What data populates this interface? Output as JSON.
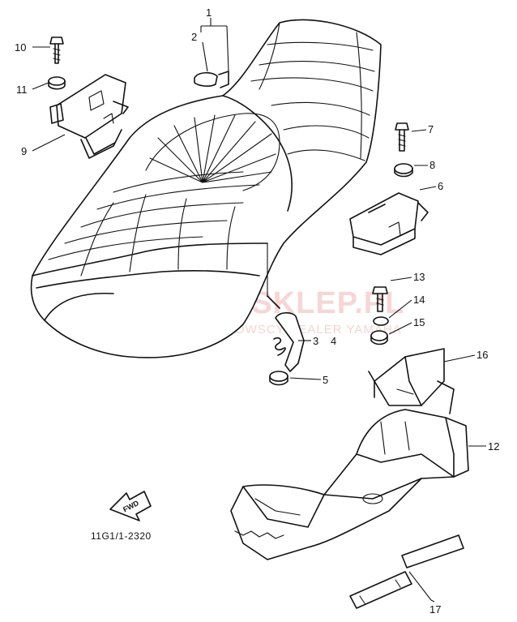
{
  "callouts": [
    {
      "id": "1",
      "label": "1"
    },
    {
      "id": "2",
      "label": "2"
    },
    {
      "id": "3",
      "label": "3"
    },
    {
      "id": "4",
      "label": "4"
    },
    {
      "id": "5",
      "label": "5"
    },
    {
      "id": "6",
      "label": "6"
    },
    {
      "id": "7",
      "label": "7"
    },
    {
      "id": "8",
      "label": "8"
    },
    {
      "id": "9",
      "label": "9"
    },
    {
      "id": "10",
      "label": "10"
    },
    {
      "id": "11",
      "label": "11"
    },
    {
      "id": "12",
      "label": "12"
    },
    {
      "id": "13",
      "label": "13"
    },
    {
      "id": "14",
      "label": "14"
    },
    {
      "id": "15",
      "label": "15"
    },
    {
      "id": "16",
      "label": "16"
    },
    {
      "id": "17",
      "label": "17"
    }
  ],
  "diagram_code": "11G1/1-2320",
  "forward_arrow_label": "FWD",
  "watermark": {
    "main": "YAMASKLEP.PL",
    "sub": "WOJCIECHOWSCY DEALER YAMAHA"
  },
  "colors": {
    "ink": "#111111",
    "watermark": "#f4c9c9",
    "background": "#ffffff"
  }
}
